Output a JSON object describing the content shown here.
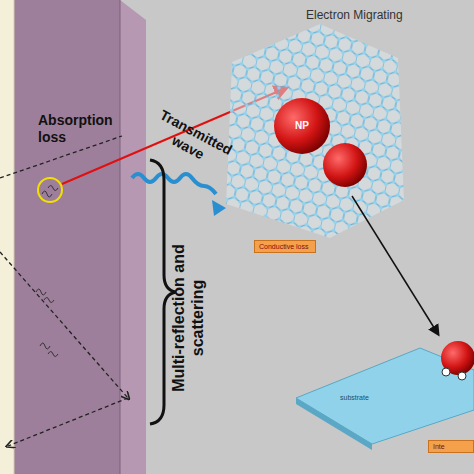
{
  "diagram": {
    "nodes": [
      {
        "text": [
          "Conductive loss"
        ]
      },
      {
        "text": [
          "Inte"
        ]
      }
    ],
    "labels": [
      "Electron Migrating",
      "Absorption loss",
      "Transmitted wave",
      "Multi-reflection and scattering",
      "NP",
      "substrate"
    ]
  }
}
